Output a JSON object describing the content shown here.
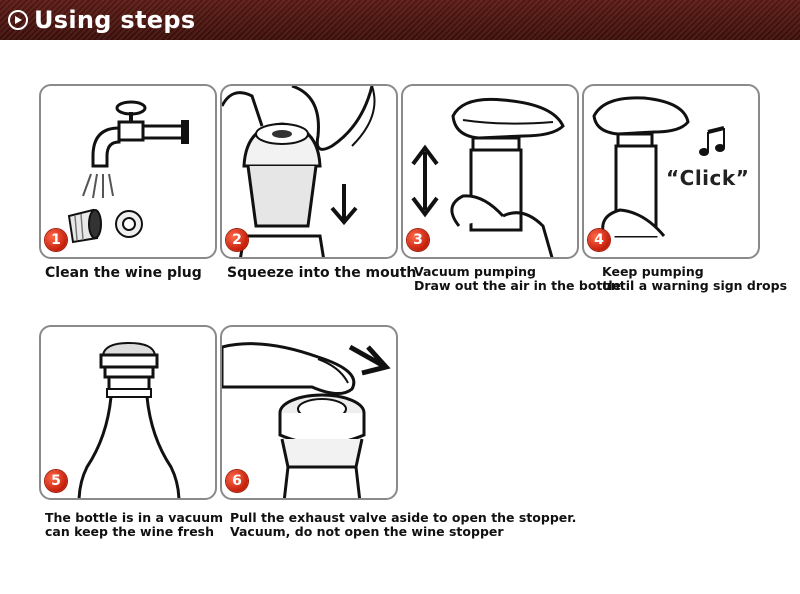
{
  "header": {
    "title": "Using steps",
    "icon": "play-circle-icon"
  },
  "steps": [
    {
      "number": "1",
      "lines": [
        "Clean the wine plug"
      ]
    },
    {
      "number": "2",
      "lines": [
        "Squeeze into the mouth"
      ]
    },
    {
      "number": "3",
      "lines": [
        "Vacuum pumping",
        "Draw out the air in the bottle"
      ]
    },
    {
      "number": "4",
      "lines": [
        "Keep pumping",
        "until a warning sign drops"
      ],
      "sound_text": "“Click”"
    },
    {
      "number": "5",
      "lines": [
        "The bottle is in a vacuum",
        "can keep the wine fresh"
      ]
    },
    {
      "number": "6",
      "lines": [
        "Pull the exhaust valve aside to open the stopper.",
        "Vacuum, do not open the wine stopper"
      ]
    }
  ],
  "colors": {
    "header_bg": "#4a1510",
    "badge": "#d42a10",
    "border": "#8a8a8a"
  }
}
